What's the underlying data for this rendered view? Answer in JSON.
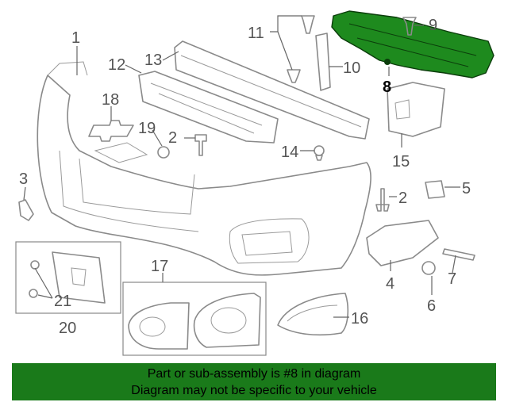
{
  "diagram": {
    "callouts": [
      "1",
      "2",
      "2",
      "3",
      "4",
      "5",
      "6",
      "7",
      "8",
      "9",
      "10",
      "11",
      "12",
      "13",
      "14",
      "15",
      "16",
      "17",
      "18",
      "19",
      "20",
      "21"
    ],
    "highlighted_part": "8"
  },
  "banner": {
    "line1": "Part or sub-assembly is #8 in diagram",
    "line2": "Diagram may not be specific to your vehicle"
  },
  "colors": {
    "highlight": "#1e8a1e",
    "banner": "#1a7a1a",
    "line": "#8a8a8a"
  }
}
